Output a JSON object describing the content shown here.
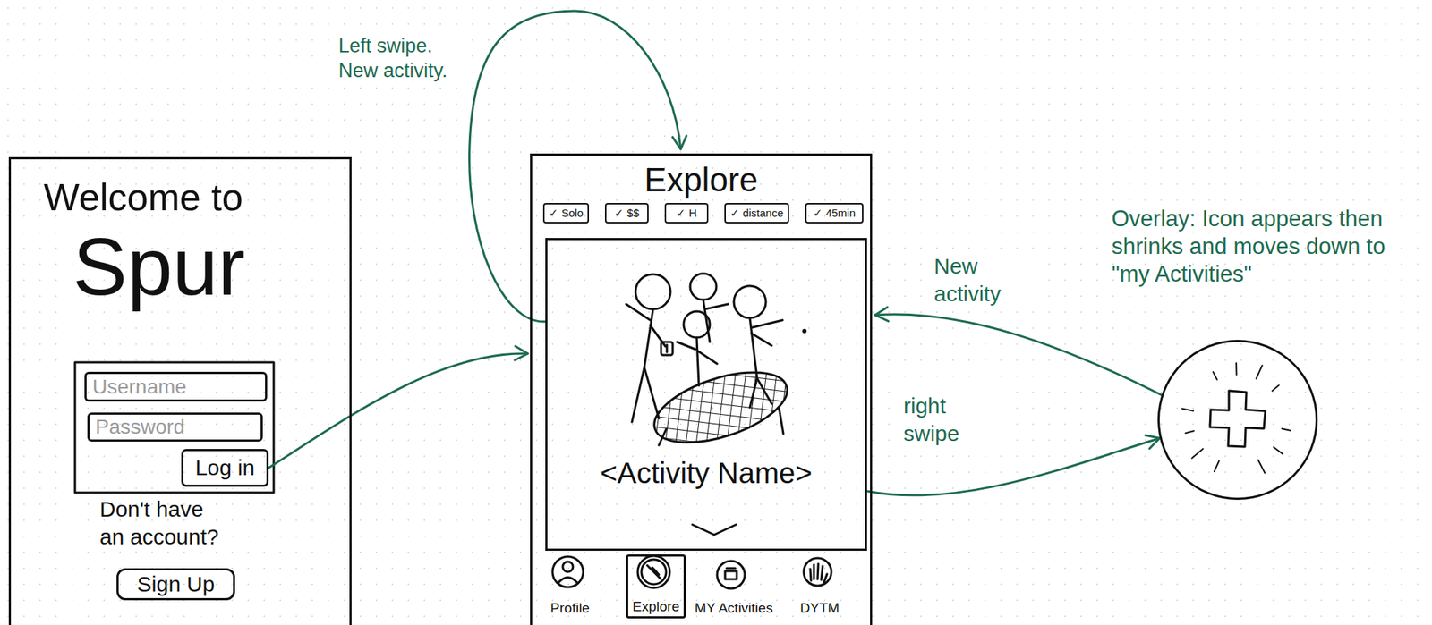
{
  "diagram": {
    "nodes": [
      {
        "text": [
          "Welcome to",
          "Spur",
          "Don't have an account?"
        ]
      },
      {
        "text": [
          "Username"
        ],
        "in": 0
      },
      {
        "text": [
          "Password"
        ],
        "in": 0
      },
      {
        "text": [
          "Log in"
        ],
        "in": 0
      },
      {
        "text": [
          "Sign Up"
        ],
        "in": 0
      },
      {
        "text": [
          "Explore"
        ]
      },
      {
        "text": [
          "✓ Solo"
        ],
        "in": 5
      },
      {
        "text": [
          "✓ $$"
        ],
        "in": 5
      },
      {
        "text": [
          "✓ H"
        ],
        "in": 5
      },
      {
        "text": [
          "✓ distance"
        ],
        "in": 5
      },
      {
        "text": [
          "✓ 45min"
        ],
        "in": 5
      },
      {
        "text": [
          "<Activity Name>"
        ],
        "in": 5
      },
      {
        "text": [
          "Profile"
        ],
        "in": 5
      },
      {
        "text": [
          "Explore"
        ],
        "in": 5
      },
      {
        "text": [
          "MY Activities"
        ],
        "in": 5
      },
      {
        "text": [
          "DYTM"
        ],
        "in": 5
      },
      {
        "text": [
          "Overlay: Icon appears then shrinks and moves down to \"my Activities\""
        ]
      }
    ],
    "edges": [
      {
        "from": 3,
        "to": 5,
        "arrow": "to"
      },
      {
        "from": 11,
        "to": 5,
        "label": "Left swipe. New activity.",
        "arrow": "to"
      },
      {
        "from": 16,
        "to": 5,
        "label": "New activity",
        "arrow": "to"
      },
      {
        "from": 11,
        "to": 16,
        "label": "right swipe",
        "arrow": "to"
      }
    ]
  }
}
